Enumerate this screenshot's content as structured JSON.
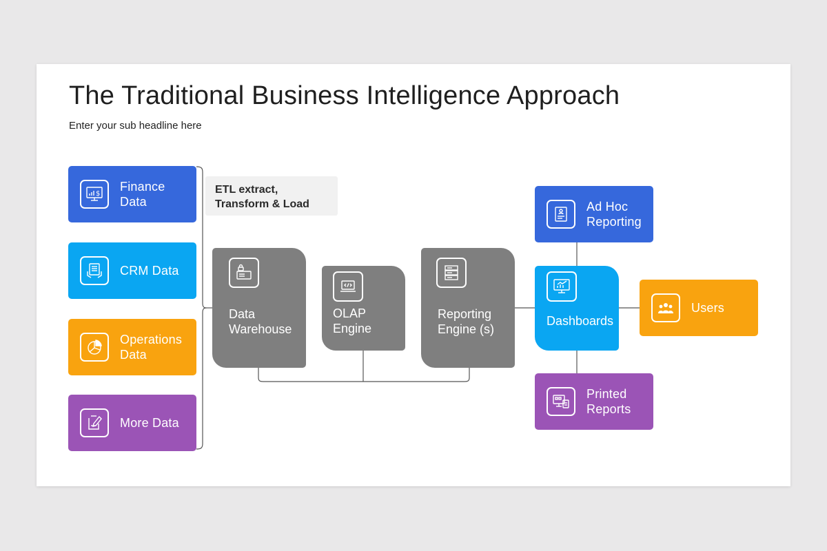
{
  "title": "The Traditional Business Intelligence Approach",
  "subtitle": "Enter your sub headline here",
  "sources": [
    {
      "label": "Finance\nData",
      "icon": "finance-chart-icon",
      "color": "#3668dc"
    },
    {
      "label": "CRM Data",
      "icon": "crm-document-icon",
      "color": "#0aa6f2"
    },
    {
      "label": "Operations\nData",
      "icon": "pie-chart-icon",
      "color": "#f9a30f"
    },
    {
      "label": "More Data",
      "icon": "edit-document-icon",
      "color": "#9b54b6"
    }
  ],
  "etl_label": "ETL extract,\nTransform & Load",
  "stages": [
    {
      "label": "Data\nWarehouse",
      "icon": "secure-server-icon"
    },
    {
      "label": "OLAP\nEngine",
      "icon": "code-laptop-icon"
    },
    {
      "label": "Reporting\nEngine (s)",
      "icon": "server-rack-icon"
    }
  ],
  "dashboards": {
    "label": "Dashboards",
    "icon": "dashboard-monitor-icon",
    "color": "#0aa6f2"
  },
  "outputs": {
    "adhoc": {
      "label": "Ad Hoc\nReporting",
      "icon": "report-document-icon",
      "color": "#3668dc"
    },
    "printed": {
      "label": "Printed\nReports",
      "icon": "printed-report-icon",
      "color": "#9b54b6"
    },
    "users": {
      "label": "Users",
      "icon": "users-group-icon",
      "color": "#f9a30f"
    }
  },
  "colors": {
    "stage_gray": "#7f7f7f",
    "connector": "#555555"
  }
}
